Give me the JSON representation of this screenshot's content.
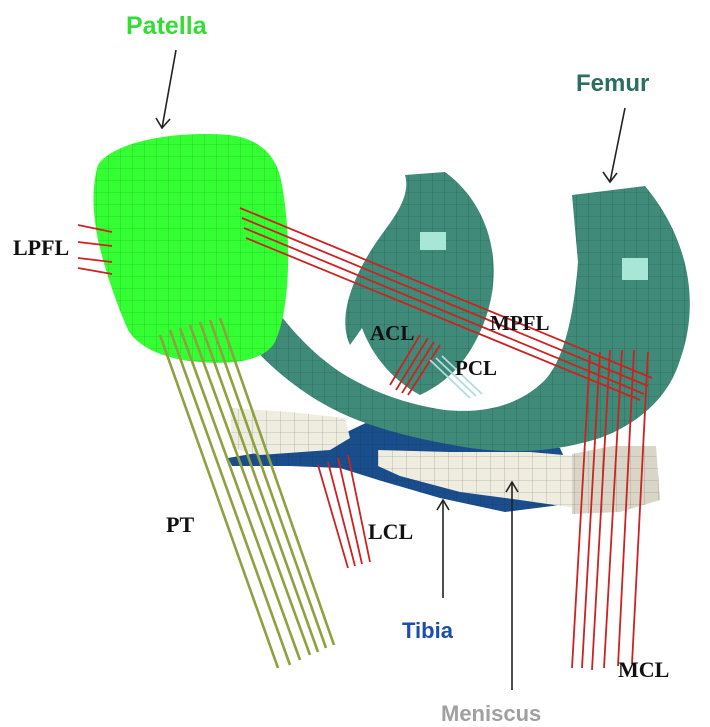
{
  "labels": {
    "patella": "Patella",
    "femur": "Femur",
    "lpfl": "LPFL",
    "acl": "ACL",
    "mpfl": "MPFL",
    "pcl": "PCL",
    "pt": "PT",
    "lcl": "LCL",
    "tibia": "Tibia",
    "mcl": "MCL",
    "meniscus": "Meniscus"
  },
  "colors": {
    "patella": "#33ff33",
    "patella_label": "#33dd33",
    "femur": "#3f8a78",
    "femur_label": "#2a6e63",
    "femur_highlight": "#a8e6d6",
    "tibia": "#1a4d8c",
    "tibia_label": "#1a4ea8",
    "meniscus": "#efede0",
    "meniscus_label": "#a0a0a0",
    "ligament_red": "#cc2222",
    "ligament_pt": "#8fa040",
    "pcl_light": "#b0dde0",
    "mesh_line": "#1b2a22",
    "text_black": "#111111"
  }
}
